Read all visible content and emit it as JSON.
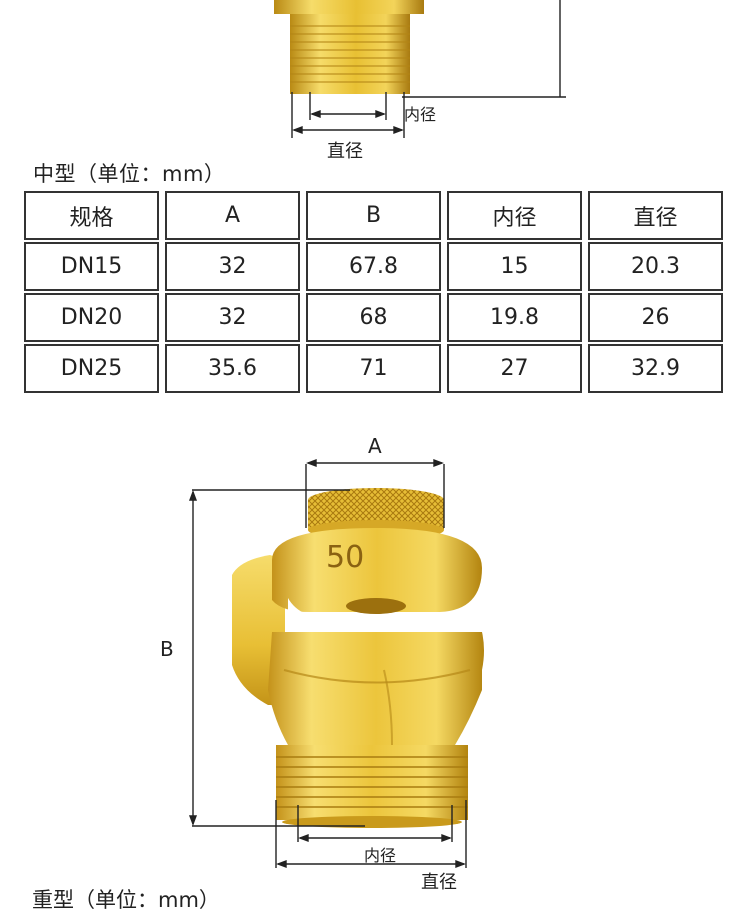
{
  "top_figure": {
    "inner_label": "内径",
    "diameter_label": "直径"
  },
  "section_title": "中型（单位：mm）",
  "table": {
    "headers": [
      "规格",
      "A",
      "B",
      "内径",
      "直径"
    ],
    "rows": [
      [
        "DN15",
        "32",
        "67.8",
        "15",
        "20.3"
      ],
      [
        "DN20",
        "32",
        "68",
        "19.8",
        "26"
      ],
      [
        "DN25",
        "35.6",
        "71",
        "27",
        "32.9"
      ]
    ]
  },
  "fitting_figure": {
    "a_label": "A",
    "b_label": "B",
    "size_mark": "50",
    "inner_label": "内径",
    "diameter_label": "直径"
  },
  "bottom_title": "重型（单位：mm）",
  "colors": {
    "brass_light": "#f4d55a",
    "brass_mid": "#e2b62e",
    "brass_dark": "#b98a14",
    "line": "#222222"
  }
}
